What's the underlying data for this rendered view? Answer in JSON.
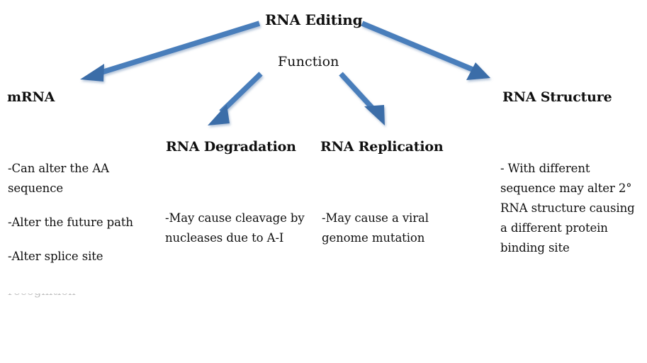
{
  "diagram": {
    "root": {
      "label": "RNA Editing"
    },
    "subtitle": {
      "label": "Function"
    },
    "accent_color": "#4A7EBB",
    "branches": [
      {
        "id": "mrna",
        "title": "mRNA",
        "details": [
          "-Can alter the AA sequence",
          "-Alter the future path",
          "-Alter splice site"
        ],
        "clipped_detail": "recognition"
      },
      {
        "id": "rna-degradation",
        "title": "RNA Degradation",
        "details": [
          "-May cause cleavage by nucleases due to A-I"
        ]
      },
      {
        "id": "rna-replication",
        "title": "RNA Replication",
        "details": [
          "-May cause a viral genome mutation"
        ]
      },
      {
        "id": "rna-structure",
        "title": "RNA Structure",
        "details": [
          "- With different sequence may alter 2° RNA structure causing a different protein binding site"
        ]
      }
    ]
  }
}
